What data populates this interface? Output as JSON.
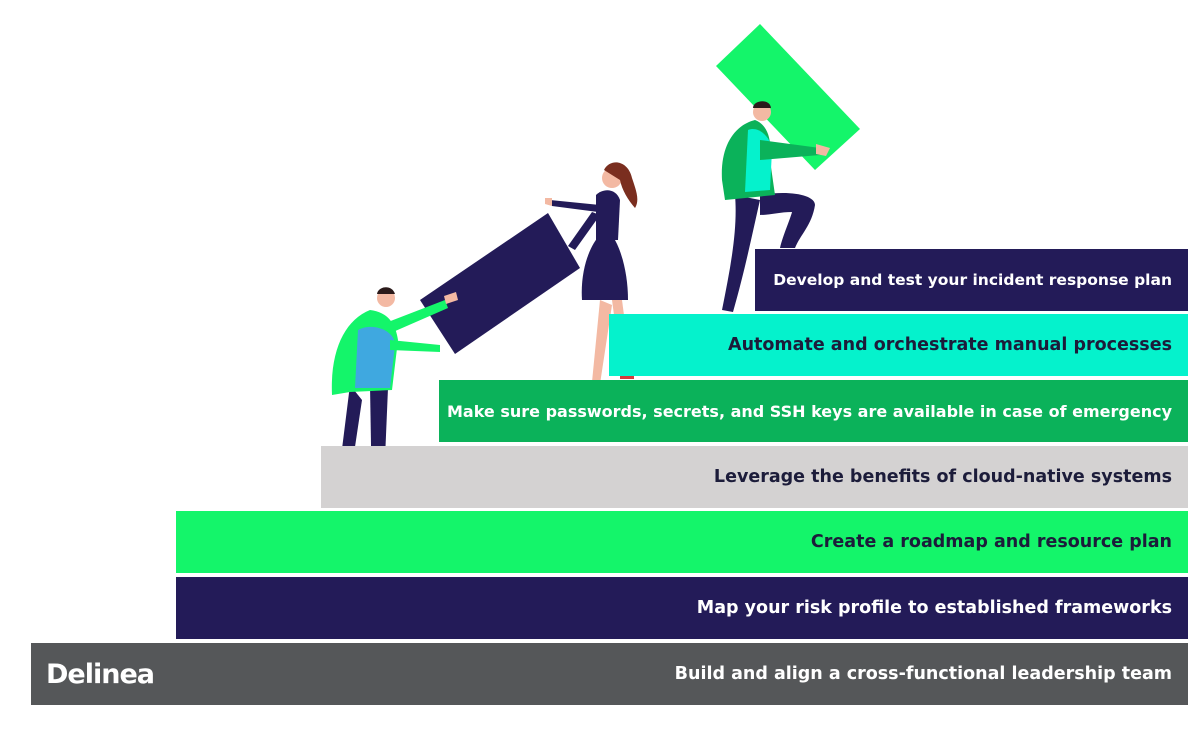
{
  "steps": [
    {
      "label": "Build and align a cross-functional leadership team"
    },
    {
      "label": "Map your risk profile to established frameworks"
    },
    {
      "label": "Create a roadmap and resource plan"
    },
    {
      "label": "Leverage the benefits of cloud-native systems"
    },
    {
      "label": "Make sure passwords, secrets, and SSH keys are available in case of emergency"
    },
    {
      "label": "Automate and orchestrate manual processes"
    },
    {
      "label": "Develop and test your incident response plan"
    }
  ],
  "logo": {
    "text": "Delinea"
  },
  "colors": {
    "navy": "#231b58",
    "green_bright": "#14f56a",
    "green_dark": "#0bb25a",
    "teal": "#05f2cc",
    "gray_light": "#d4d2d2",
    "gray_dark": "#555759"
  }
}
